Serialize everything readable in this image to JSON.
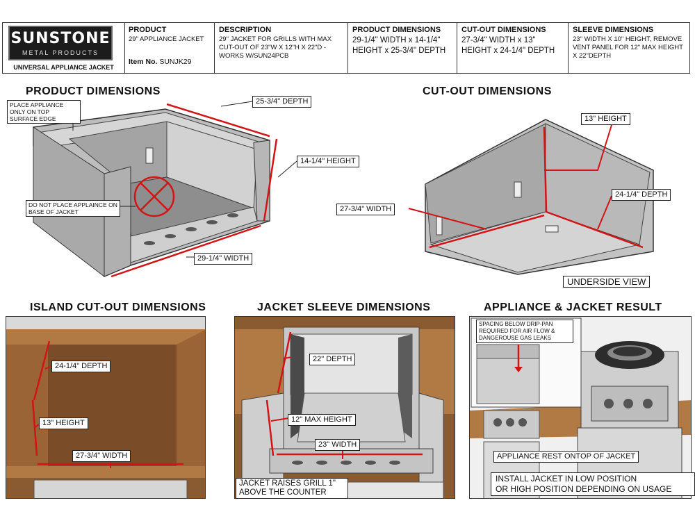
{
  "header": {
    "brand": "SUNSTONE",
    "brand_sub": "METAL PRODUCTS",
    "caption": "UNIVERSAL APPLIANCE JACKET",
    "product_heading": "PRODUCT",
    "product_value": "29\" APPLIANCE JACKET",
    "item_label": "Item No.",
    "item_value": "SUNJK29",
    "description_heading": "DESCRIPTION",
    "description_value": "29\" JACKET FOR GRILLS WITH MAX CUT-OUT OF 23\"W X 12\"H X 22\"D - WORKS W/SUN24PCB",
    "product_dim_heading": "PRODUCT DIMENSIONS",
    "product_dim_value": "29-1/4\" WIDTH x 14-1/4\" HEIGHT x 25-3/4\" DEPTH",
    "cutout_heading": "CUT-OUT DIMENSIONS",
    "cutout_value": "27-3/4\" WIDTH x 13\" HEIGHT x 24-1/4\" DEPTH",
    "sleeve_heading": "SLEEVE DIMENSIONS",
    "sleeve_value": "23\" WIDTH X 10\" HEIGHT, REMOVE VENT PANEL FOR 12\" MAX HEIGHT X 22\"DEPTH"
  },
  "product_dims": {
    "title": "PRODUCT DIMENSIONS",
    "note_top": "PLACE APPLIANCE ONLY ON TOP SURFACE EDGE",
    "note_base": "DO NOT PLACE APPLAINCE ON BASE OF JACKET",
    "depth": "25-3/4\" DEPTH",
    "height": "14-1/4\" HEIGHT",
    "width": "29-1/4\" WIDTH"
  },
  "cutout_dims": {
    "title": "CUT-OUT DIMENSIONS",
    "height": "13\" HEIGHT",
    "depth": "24-1/4\" DEPTH",
    "width": "27-3/4\" WIDTH",
    "view_label": "UNDERSIDE VIEW"
  },
  "island_dims": {
    "title": "ISLAND CUT-OUT DIMENSIONS",
    "depth": "24-1/4\" DEPTH",
    "height": "13\" HEIGHT",
    "width": "27-3/4\" WIDTH"
  },
  "sleeve_dims": {
    "title": "JACKET SLEEVE DIMENSIONS",
    "depth": "22\" DEPTH",
    "max_height": "12\" MAX HEIGHT",
    "width": "23\" WIDTH",
    "note": "JACKET RAISES GRILL 1\" ABOVE THE COUNTER"
  },
  "result": {
    "title": "APPLIANCE & JACKET RESULT",
    "spacing_note": "SPACING BELOW DRIP-PAN REQUIRED FOR AIR FLOW & DANGEROUSE GAS LEAKS",
    "rest_note": "APPLIANCE REST ONTOP OF JACKET",
    "install_note_1": "INSTALL JACKET IN LOW POSITION",
    "install_note_2": "OR HIGH POSITION DEPENDING ON USAGE"
  },
  "colors": {
    "dimension_line": "#d21414",
    "metal": "#c9c9c9",
    "countertop": "#a8703e"
  }
}
